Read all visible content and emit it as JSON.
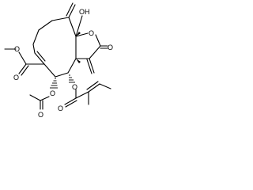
{
  "molecule": {
    "atoms": {
      "oh": "OH",
      "ring_o": "O",
      "lactone_o": "O",
      "ester_o1": "O",
      "ester_o2": "O",
      "acetate_o1": "O",
      "acetate_o2": "O",
      "butenoate_o1": "O",
      "butenoate_o2": "O"
    },
    "colors": {
      "bond": "#000000",
      "background": "#ffffff"
    }
  }
}
